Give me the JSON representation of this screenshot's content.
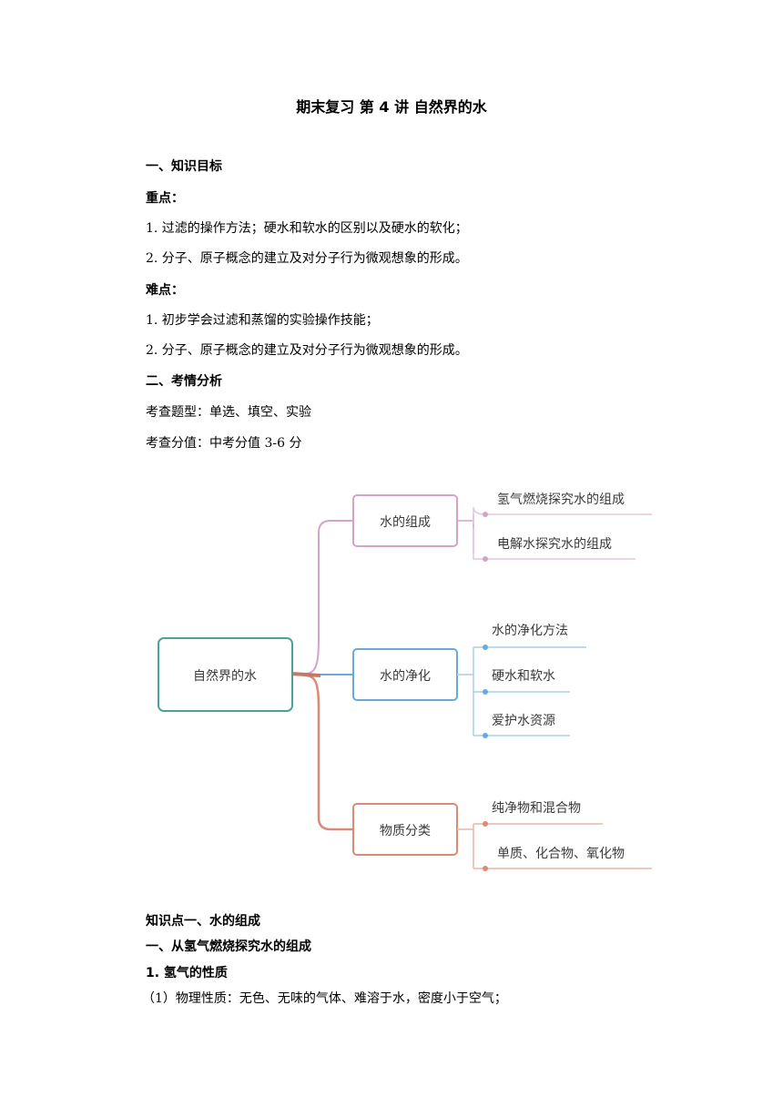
{
  "title": "期末复习 第 4 讲 自然界的水",
  "section1": {
    "heading": "一、知识目标",
    "key_label": "重点：",
    "key_items": [
      "1. 过滤的操作方法；硬水和软水的区别以及硬水的软化；",
      "2. 分子、原子概念的建立及对分子行为微观想象的形成。"
    ],
    "difficult_label": "难点：",
    "difficult_items": [
      "1. 初步学会过滤和蒸馏的实验操作技能；",
      "2. 分子、原子概念的建立及对分子行为微观想象的形成。"
    ]
  },
  "section2": {
    "heading": "二、考情分析",
    "types": "考查题型：单选、填空、实验",
    "score": "考查分值：中考分值 3-6 分"
  },
  "mindmap": {
    "root": "自然界的水",
    "branches": [
      {
        "label": "水的组成",
        "color": "#d4a3c9",
        "children": [
          "氢气燃烧探究水的组成",
          "电解水探究水的组成"
        ]
      },
      {
        "label": "水的净化",
        "color": "#6aa9d8",
        "children": [
          "水的净化方法",
          "硬水和软水",
          "爱护水资源"
        ]
      },
      {
        "label": "物质分类",
        "color": "#d98b75",
        "children": [
          "纯净物和混合物",
          "单质、化合物、氧化物"
        ]
      }
    ],
    "root_color": "#4aa39b"
  },
  "knowledge": {
    "point1": "知识点一、水的组成",
    "sub1": "一、从氢气燃烧探究水的组成",
    "item1": "1. 氢气的性质",
    "item1_1": "（1）物理性质：无色、无味的气体、难溶于水，密度小于空气；"
  }
}
